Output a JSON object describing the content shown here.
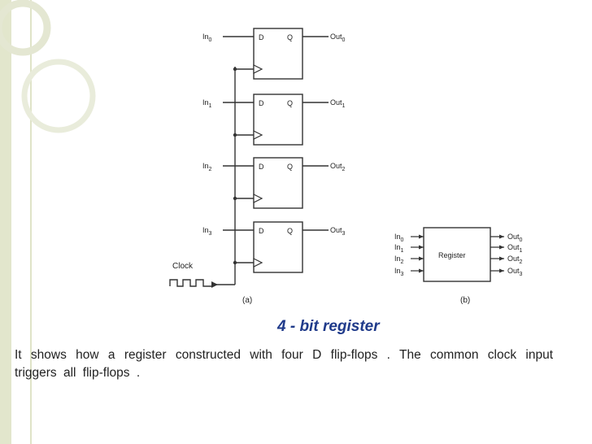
{
  "slide": {
    "title": "4 -  bit  register",
    "caption": "It  shows  how  a  register   constructed   with  four  D flip-flops  . The  common clock  input  triggers  all  flip-flops  ."
  },
  "diagram_a": {
    "panel_label": "(a)",
    "clock_label": "Clock",
    "flipflops": [
      {
        "input": "In",
        "input_sub": "0",
        "d": "D",
        "q": "Q",
        "output": "Out",
        "output_sub": "0"
      },
      {
        "input": "In",
        "input_sub": "1",
        "d": "D",
        "q": "Q",
        "output": "Out",
        "output_sub": "1"
      },
      {
        "input": "In",
        "input_sub": "2",
        "d": "D",
        "q": "Q",
        "output": "Out",
        "output_sub": "2"
      },
      {
        "input": "In",
        "input_sub": "3",
        "d": "D",
        "q": "Q",
        "output": "Out",
        "output_sub": "3"
      }
    ]
  },
  "diagram_b": {
    "panel_label": "(b)",
    "block_label": "Register",
    "inputs": [
      {
        "text": "In",
        "sub": "0"
      },
      {
        "text": "In",
        "sub": "1"
      },
      {
        "text": "In",
        "sub": "2"
      },
      {
        "text": "In",
        "sub": "3"
      }
    ],
    "outputs": [
      {
        "text": "Out",
        "sub": "0"
      },
      {
        "text": "Out",
        "sub": "1"
      },
      {
        "text": "Out",
        "sub": "2"
      },
      {
        "text": "Out",
        "sub": "3"
      }
    ]
  },
  "colors": {
    "title": "#1f3a8a",
    "sidebar": "#e2e6cc",
    "line": "#333333"
  }
}
